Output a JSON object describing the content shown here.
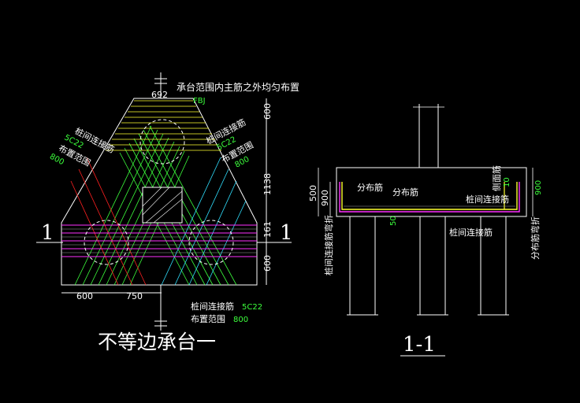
{
  "left": {
    "title": "不等边承台一",
    "section_marker": "1",
    "note_top": "承台范围内主筋之外均匀布置",
    "fbj": "FBJ",
    "dims_top": "692",
    "dims_right": [
      "600",
      "1138",
      "161",
      "600"
    ],
    "dims_bottom": [
      "600",
      "750"
    ],
    "left_label_1": "桩间连接筋",
    "left_label_2": "5C22",
    "left_label_3": "布置范围",
    "left_label_4": "800",
    "right_label_1": "桩间连接筋",
    "right_label_2": "5C22",
    "right_label_3": "布置范围",
    "right_label_4": "800",
    "bottom_label_1": "桩间连接筋",
    "bottom_label_2": "5C22",
    "bottom_label_3": "布置范围",
    "bottom_label_4": "800"
  },
  "right": {
    "title": "1-1",
    "label_fenbu_1": "分布筋",
    "label_fenbu_2": "分布筋",
    "label_zhuangjian_1": "桩间连接筋",
    "label_zhuangjian_2": "桩间连接筋",
    "label_cemian": "侧面筋",
    "label_vert_left": "桩间连接筋弯折",
    "label_vert_right": "分布筋弯折",
    "dim_500": "500",
    "dim_900_left": "900",
    "dim_900_right": "900",
    "dim_50": "50",
    "dim_10": "10"
  }
}
